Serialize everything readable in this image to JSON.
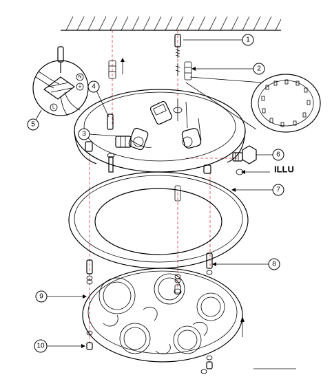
{
  "diagram": {
    "callouts": [
      {
        "id": "1",
        "label": "1"
      },
      {
        "id": "2",
        "label": "2"
      },
      {
        "id": "3",
        "label": "3"
      },
      {
        "id": "4",
        "label": "4"
      },
      {
        "id": "5",
        "label": "5"
      },
      {
        "id": "6",
        "label": "6"
      },
      {
        "id": "7",
        "label": "7"
      },
      {
        "id": "8",
        "label": "8"
      },
      {
        "id": "9",
        "label": "9"
      },
      {
        "id": "10",
        "label": "10"
      }
    ],
    "bulb_label": "ILLU",
    "wiring_labels": {
      "n": "N",
      "l": "L",
      "earth": "⏚"
    }
  }
}
